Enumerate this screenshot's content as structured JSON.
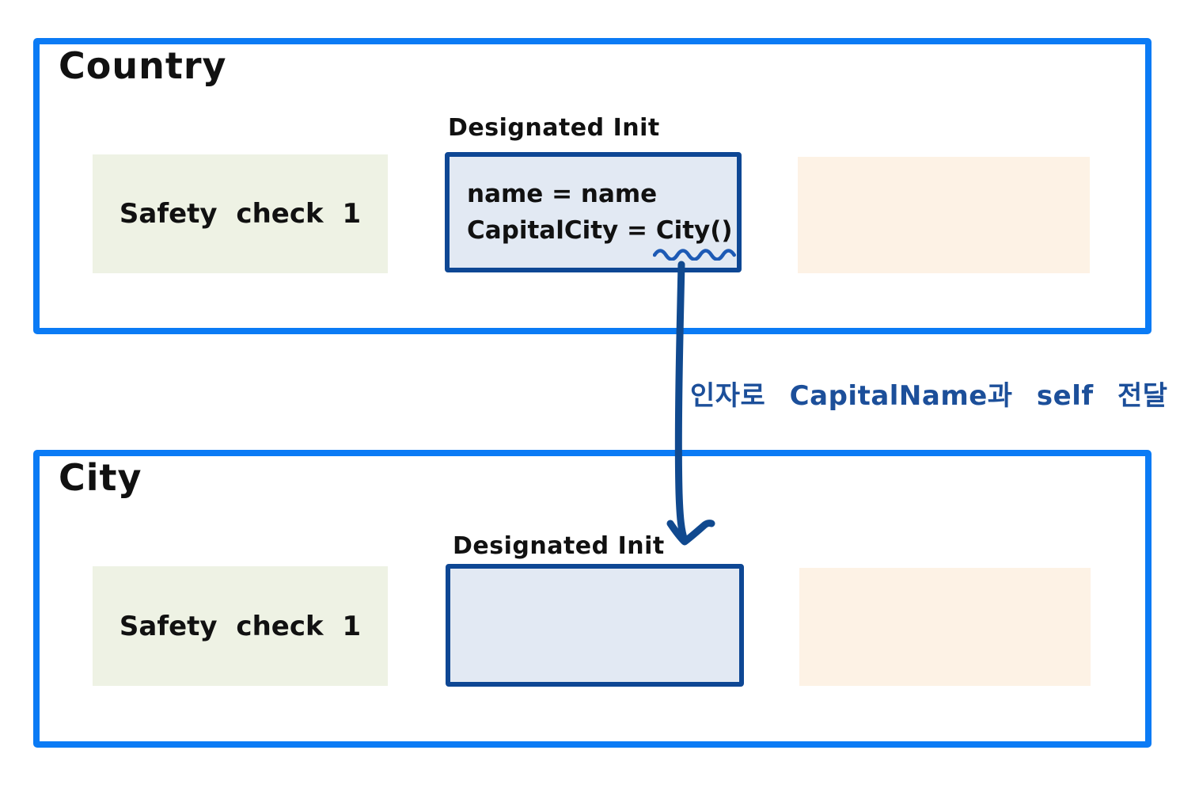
{
  "colors": {
    "outer_border": "#0b7bf5",
    "inner_border": "#0e4794",
    "inner_fill": "#e2e9f3",
    "green_fill": "#eef2e4",
    "peach_fill": "#fdf2e5",
    "annotation": "#1c4f9a",
    "arrow": "#10498f",
    "wave": "#1d5ab5",
    "ink": "#111111"
  },
  "country": {
    "title": "Country",
    "safety_check": "Safety check 1",
    "designated_init_label": "Designated Init",
    "code_line1": "name = name",
    "code_line2_lhs": "CapitalCity =  ",
    "code_line2_call": "City()"
  },
  "annotation": {
    "text": "인자로  CapitalName과  self  전달"
  },
  "city": {
    "title": "City",
    "safety_check": "Safety check 1",
    "designated_init_label": "Designated Init"
  }
}
